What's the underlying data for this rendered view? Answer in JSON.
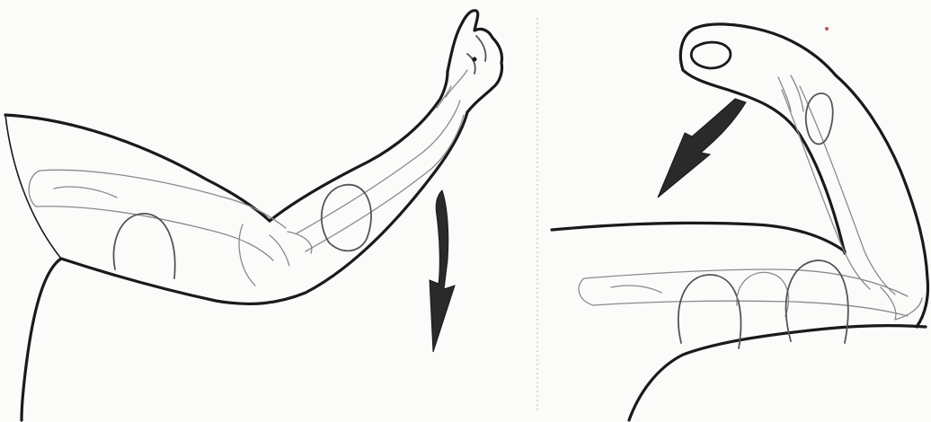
{
  "figure": {
    "panels": [
      {
        "id": "left",
        "pose": "arm-extended",
        "motion_arrow": "downward"
      },
      {
        "id": "right",
        "pose": "arm-flexed",
        "motion_arrow": "downward-left"
      }
    ],
    "colors": {
      "paper": "#fbfbfa",
      "outline": "#1a1a1a",
      "anatomy": "#8a8a8a",
      "arrow": "#2a2a2a"
    }
  }
}
